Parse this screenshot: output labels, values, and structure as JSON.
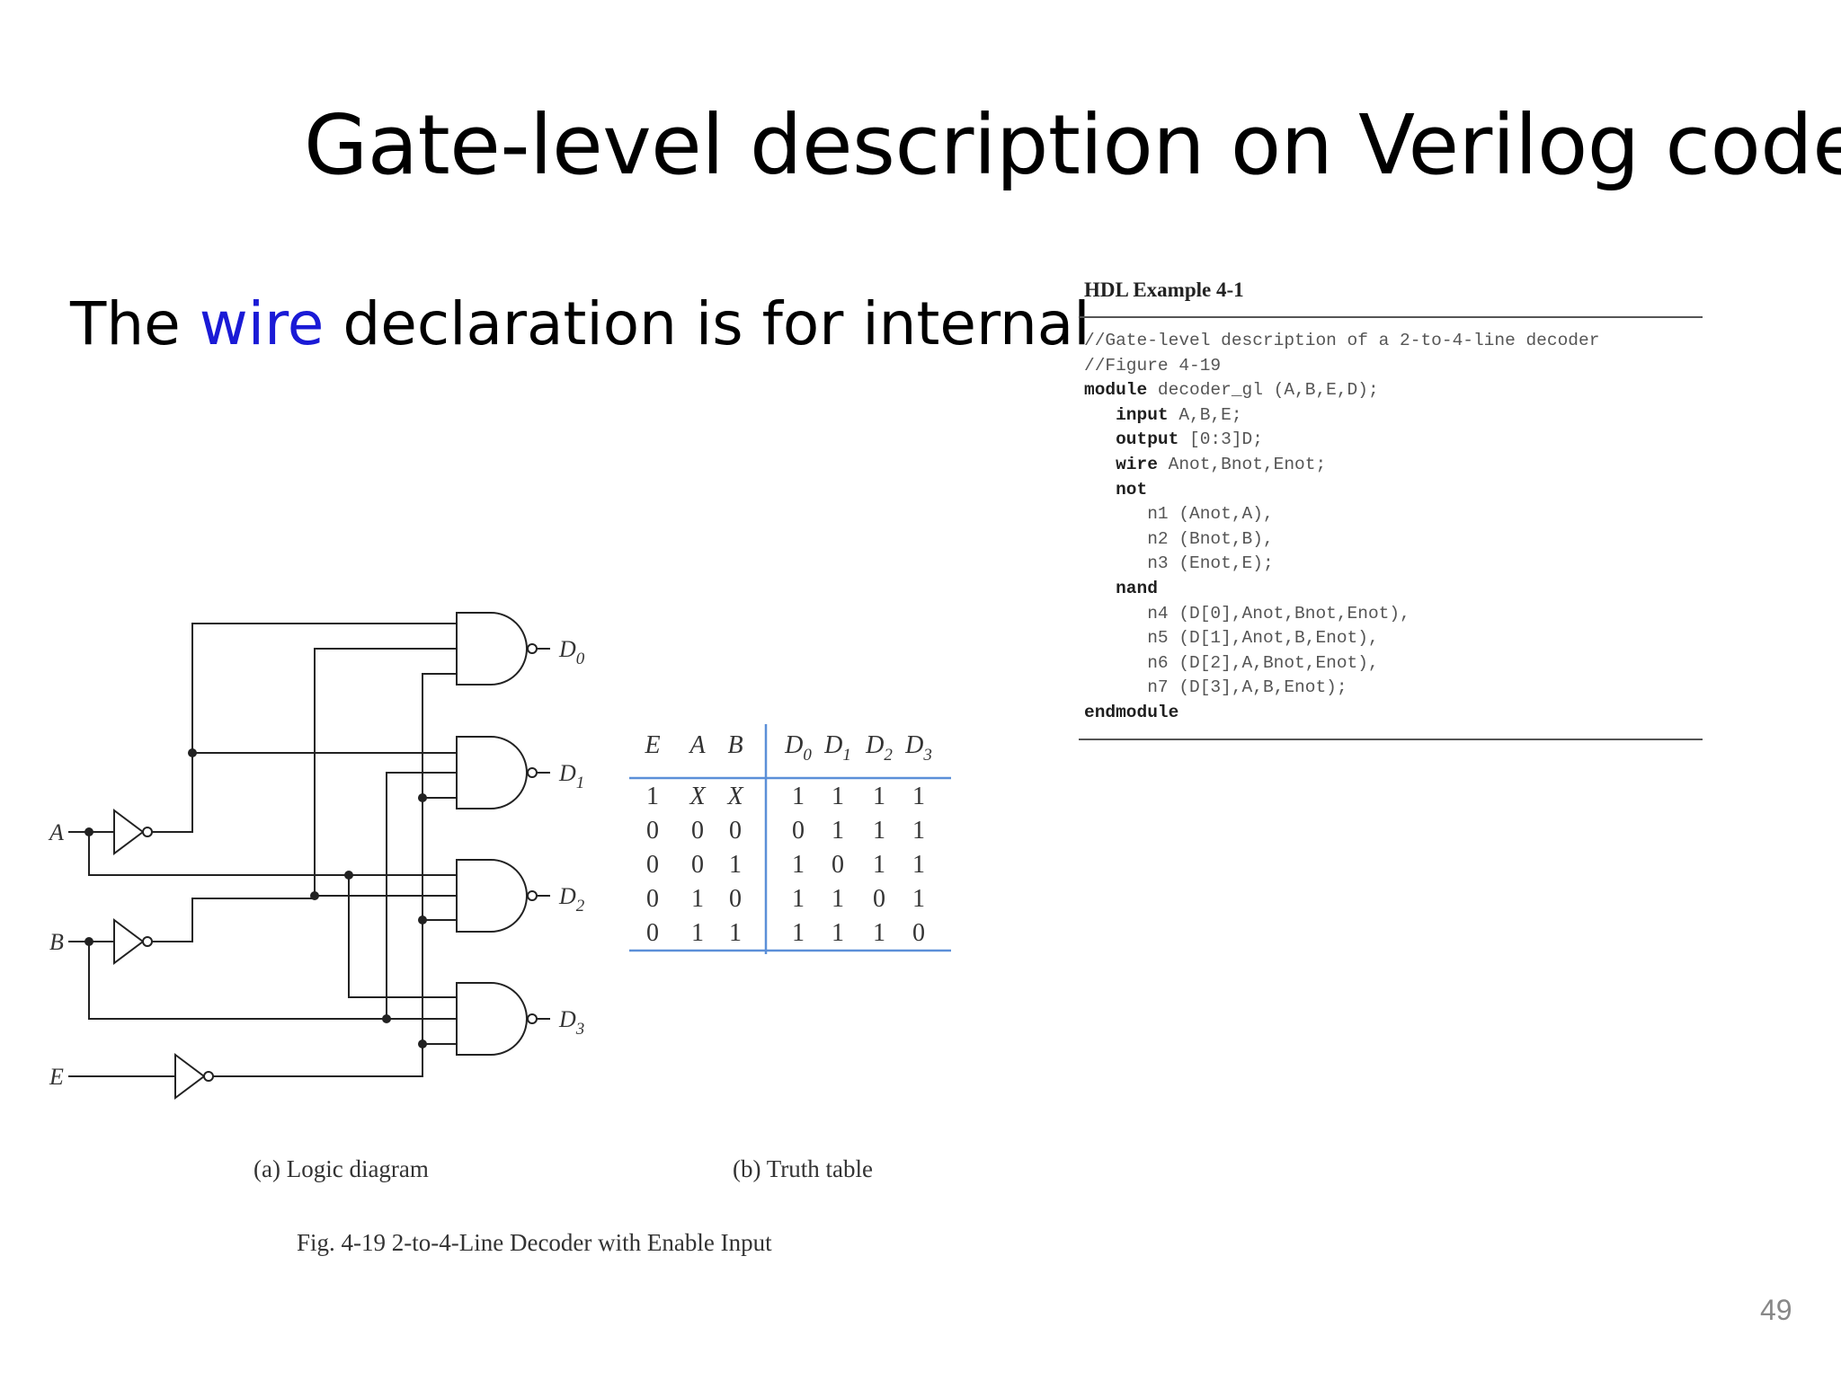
{
  "slide": {
    "title": "Gate-level description on Verilog code",
    "subtitle_prefix": "The",
    "subtitle_keyword": "wire",
    "subtitle_rest": "declaration is for internal",
    "page_number": "49"
  },
  "hdl_example": {
    "heading": "HDL Example 4-1",
    "lines": [
      {
        "indent": 0,
        "kw": "",
        "text": "//Gate-level description of a 2-to-4-line decoder"
      },
      {
        "indent": 0,
        "kw": "",
        "text": "//Figure 4-19"
      },
      {
        "indent": 0,
        "kw": "module",
        "text": " decoder_gl (A,B,E,D);"
      },
      {
        "indent": 1,
        "kw": "input",
        "text": " A,B,E;"
      },
      {
        "indent": 1,
        "kw": "output",
        "text": " [0:3]D;"
      },
      {
        "indent": 1,
        "kw": "wire",
        "text": " Anot,Bnot,Enot;"
      },
      {
        "indent": 1,
        "kw": "not",
        "text": ""
      },
      {
        "indent": 2,
        "kw": "",
        "text": "n1 (Anot,A),"
      },
      {
        "indent": 2,
        "kw": "",
        "text": "n2 (Bnot,B),"
      },
      {
        "indent": 2,
        "kw": "",
        "text": "n3 (Enot,E);"
      },
      {
        "indent": 1,
        "kw": "nand",
        "text": ""
      },
      {
        "indent": 2,
        "kw": "",
        "text": "n4 (D[0],Anot,Bnot,Enot),"
      },
      {
        "indent": 2,
        "kw": "",
        "text": "n5 (D[1],Anot,B,Enot),"
      },
      {
        "indent": 2,
        "kw": "",
        "text": "n6 (D[2],A,Bnot,Enot),"
      },
      {
        "indent": 2,
        "kw": "",
        "text": "n7 (D[3],A,B,Enot);"
      },
      {
        "indent": 0,
        "kw": "endmodule",
        "text": ""
      }
    ]
  },
  "logic_diagram": {
    "inputs": [
      "A",
      "B",
      "E"
    ],
    "outputs": [
      "D0",
      "D1",
      "D2",
      "D3"
    ],
    "output_base": "D",
    "output_subscripts": [
      "0",
      "1",
      "2",
      "3"
    ],
    "caption": "(a) Logic diagram"
  },
  "truth_table": {
    "headers": [
      "E",
      "A",
      "B",
      "D0",
      "D1",
      "D2",
      "D3"
    ],
    "header_base": [
      "E",
      "A",
      "B",
      "D",
      "D",
      "D",
      "D"
    ],
    "header_subscripts": [
      "",
      "",
      "",
      "0",
      "1",
      "2",
      "3"
    ],
    "rows": [
      [
        "1",
        "X",
        "X",
        "1",
        "1",
        "1",
        "1"
      ],
      [
        "0",
        "0",
        "0",
        "0",
        "1",
        "1",
        "1"
      ],
      [
        "0",
        "0",
        "1",
        "1",
        "0",
        "1",
        "1"
      ],
      [
        "0",
        "1",
        "0",
        "1",
        "1",
        "0",
        "1"
      ],
      [
        "0",
        "1",
        "1",
        "1",
        "1",
        "1",
        "0"
      ]
    ],
    "caption": "(b) Truth table",
    "rule_color": "#5b8fd8"
  },
  "figure_caption": "Fig. 4-19  2-to-4-Line Decoder with Enable Input",
  "colors": {
    "keyword_blue": "#1a1ad6",
    "ink": "#222222"
  }
}
